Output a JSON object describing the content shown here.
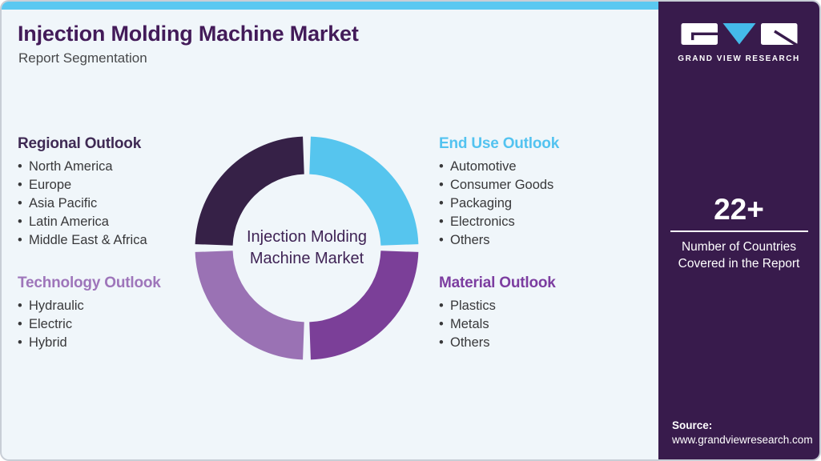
{
  "header": {
    "title": "Injection Molding Machine Market",
    "subtitle": "Report Segmentation"
  },
  "sections": {
    "regional": {
      "heading": "Regional Outlook",
      "items": [
        "North America",
        "Europe",
        "Asia Pacific",
        "Latin America",
        "Middle East & Africa"
      ]
    },
    "technology": {
      "heading": "Technology Outlook",
      "items": [
        "Hydraulic",
        "Electric",
        "Hybrid"
      ]
    },
    "end_use": {
      "heading": "End Use Outlook",
      "items": [
        "Automotive",
        "Consumer Goods",
        "Packaging",
        "Electronics",
        "Others"
      ]
    },
    "material": {
      "heading": "Material Outlook",
      "items": [
        "Plastics",
        "Metals",
        "Others"
      ]
    }
  },
  "chart_data": {
    "type": "pie",
    "subtype": "donut",
    "center_label": "Injection Molding Machine Market",
    "slices": [
      {
        "name": "End Use Outlook",
        "value": 25,
        "color": "#56c5ee"
      },
      {
        "name": "Material Outlook",
        "value": 25,
        "color": "#7b3f98"
      },
      {
        "name": "Technology Outlook",
        "value": 25,
        "color": "#9a72b4"
      },
      {
        "name": "Regional Outlook",
        "value": 25,
        "color": "#362147"
      }
    ]
  },
  "sidebar": {
    "brand": "GRAND VIEW RESEARCH",
    "stat_value": "22+",
    "stat_label": "Number of Countries Covered in the Report",
    "source_label": "Source:",
    "source_url": "www.grandviewresearch.com"
  },
  "colors": {
    "accent_strip": "#5ac8f1",
    "sidebar_bg": "#381b4c",
    "title": "#431b59",
    "heading_regional": "#3f2a54",
    "heading_technology": "#9e75ba",
    "heading_end_use": "#53c3f0",
    "heading_material": "#7c3da0",
    "logo_v_blue": "#44bae9"
  }
}
